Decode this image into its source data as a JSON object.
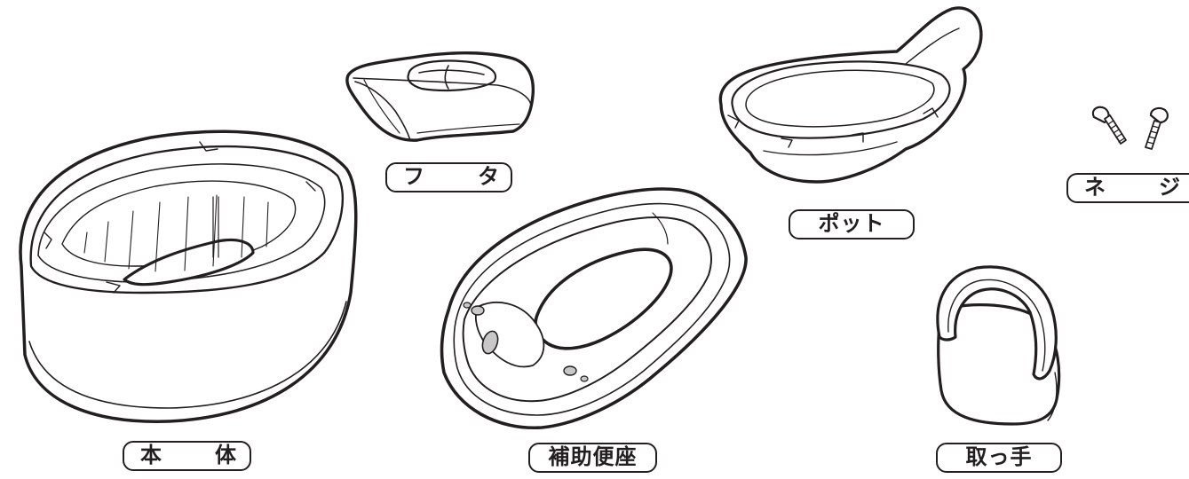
{
  "diagram": {
    "labels": {
      "hontai": "本　体",
      "futa": "フ　タ",
      "pot": "ポット",
      "neji": "ネ　ジ",
      "hojo_benza": "補助便座",
      "totte": "取っ手"
    },
    "colors": {
      "line": "#231f20",
      "fill": "#ffffff",
      "accent_gray": "#c8c8c8"
    },
    "icons": [
      "potty-base-illustration",
      "lid-illustration",
      "pot-illustration",
      "screw-icon",
      "toilet-seat-illustration",
      "handle-illustration"
    ]
  }
}
